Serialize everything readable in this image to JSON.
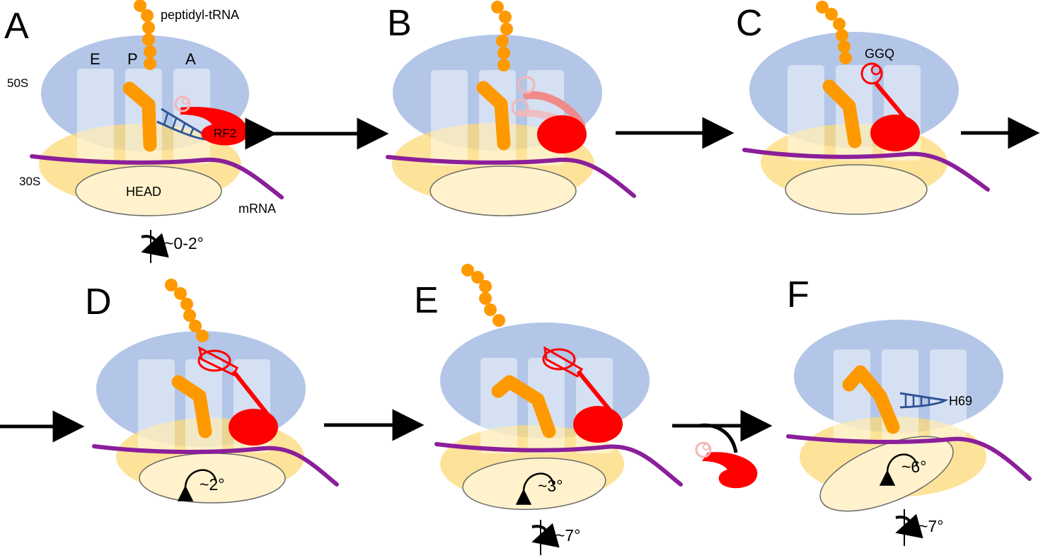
{
  "panels": [
    {
      "letter": "A"
    },
    {
      "letter": "B"
    },
    {
      "letter": "C"
    },
    {
      "letter": "D"
    },
    {
      "letter": "E"
    },
    {
      "letter": "F"
    }
  ],
  "labels": {
    "peptidyl_trna": "peptidyl-tRNA",
    "site_e": "E",
    "site_p": "P",
    "site_a": "A",
    "subunit_50s": "50S",
    "subunit_30s": "30S",
    "head": "HEAD",
    "mrna": "mRNA",
    "rf2": "RF2",
    "ggq": "GGQ",
    "h69": "H69"
  },
  "angles": {
    "a_body": "~0-2°",
    "d_head": "~2°",
    "e_head": "~3°",
    "e_body": "~7°",
    "f_head": "~6°",
    "f_body": "~7°"
  },
  "colors": {
    "subunit_50s": "#b3c6e7",
    "subunit_30s": "#fcd978",
    "head_domain": "#fff2cc",
    "trna": "#ff9900",
    "rf2": "#ff0000",
    "mrna": "#8b1f9a",
    "h69": "#2f5597"
  }
}
